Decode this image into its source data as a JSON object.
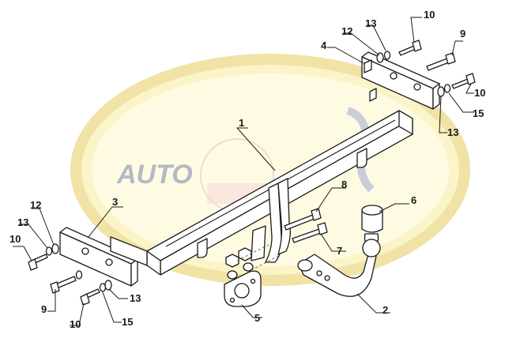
{
  "watermark": {
    "text": "AUTO",
    "ellipse_fill": "#fbf4c8",
    "ring_color": "#f1e2a6",
    "text_color": "#b4b9c6"
  },
  "callouts": [
    {
      "id": "c1",
      "label": "1"
    },
    {
      "id": "c2",
      "label": "2"
    },
    {
      "id": "c3",
      "label": "3"
    },
    {
      "id": "c4",
      "label": "4"
    },
    {
      "id": "c5",
      "label": "5"
    },
    {
      "id": "c6",
      "label": "6"
    },
    {
      "id": "c7",
      "label": "7"
    },
    {
      "id": "c8",
      "label": "8"
    },
    {
      "id": "c9r",
      "label": "9"
    },
    {
      "id": "c9l",
      "label": "9"
    },
    {
      "id": "c10a",
      "label": "10"
    },
    {
      "id": "c10b",
      "label": "10"
    },
    {
      "id": "c10c",
      "label": "10"
    },
    {
      "id": "c10d",
      "label": "10"
    },
    {
      "id": "c12r",
      "label": "12"
    },
    {
      "id": "c12l",
      "label": "12"
    },
    {
      "id": "c13a",
      "label": "13"
    },
    {
      "id": "c13b",
      "label": "13"
    },
    {
      "id": "c13c",
      "label": "13"
    },
    {
      "id": "c13d",
      "label": "13"
    },
    {
      "id": "c15r",
      "label": "15"
    },
    {
      "id": "c15l",
      "label": "15"
    }
  ]
}
